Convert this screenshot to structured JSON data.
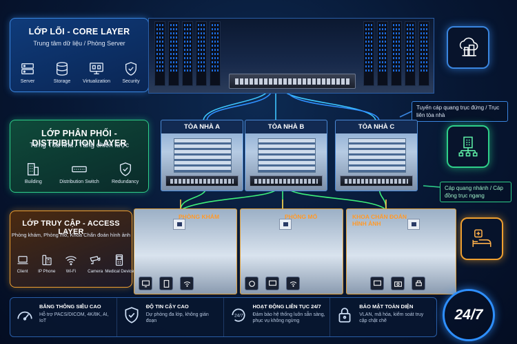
{
  "core": {
    "title": "LỚP LÕI - CORE LAYER",
    "subtitle": "Trung tâm dữ liệu / Phòng Server",
    "items": [
      {
        "label": "Server",
        "icon": "server-icon"
      },
      {
        "label": "Storage",
        "icon": "storage-icon"
      },
      {
        "label": "Virtualization",
        "icon": "virtualization-icon"
      },
      {
        "label": "Security",
        "icon": "shield-icon"
      }
    ]
  },
  "distribution": {
    "title": "LỚP PHÂN PHỐI - DISTRIBUTION LAYER",
    "subtitle": "Từng Tòa nhà / Tầng chiến lược",
    "items": [
      {
        "label": "Building",
        "icon": "building-icon"
      },
      {
        "label": "Distribution Switch",
        "icon": "switch-icon"
      },
      {
        "label": "Redundancy",
        "icon": "shield-check-icon"
      }
    ]
  },
  "access": {
    "title": "LỚP TRUY CẬP - ACCESS LAYER",
    "subtitle": "Phòng khám, Phòng mổ, Khoa Chẩn đoán hình ảnh",
    "items": [
      {
        "label": "Client",
        "icon": "laptop-icon"
      },
      {
        "label": "IP Phone",
        "icon": "phone-icon"
      },
      {
        "label": "Wi-Fi",
        "icon": "wifi-icon"
      },
      {
        "label": "Camera",
        "icon": "camera-icon"
      },
      {
        "label": "Medical Device",
        "icon": "medical-device-icon"
      }
    ]
  },
  "buildings": [
    "TÒA NHÀ A",
    "TÒA NHÀ B",
    "TÒA NHÀ C"
  ],
  "rooms": [
    "PHÒNG KHÁM",
    "PHÒNG MỔ",
    "KHOA CHẨN ĐOÁN HÌNH ẢNH"
  ],
  "callouts": {
    "fiber_vertical": "Tuyến cáp quang trục đứng / Trục liên tòa nhà",
    "branch": "Cáp quang nhánh / Cáp đồng trục ngang"
  },
  "features": [
    {
      "title": "BĂNG THÔNG SIÊU CAO",
      "desc": "Hỗ trợ PACS/DICOM, 4K/8K, AI, IoT",
      "icon": "speedometer-icon"
    },
    {
      "title": "ĐỘ TIN CẬY CAO",
      "desc": "Dự phòng đa lớp, không gián đoạn",
      "icon": "shield-check-icon"
    },
    {
      "title": "HOẠT ĐỘNG LIÊN TỤC 24/7",
      "desc": "Đảm bảo hệ thống luôn sẵn sàng, phục vụ không ngừng",
      "icon": "clock-247-icon"
    },
    {
      "title": "BẢO MẬT TOÀN DIỆN",
      "desc": "VLAN, mã hóa, kiểm soát truy cập chặt chẽ",
      "icon": "lock-icon"
    }
  ],
  "badge": "24/7",
  "colors": {
    "core": "#3a86e0",
    "distribution": "#2fd08a",
    "access": "#f0a030"
  }
}
